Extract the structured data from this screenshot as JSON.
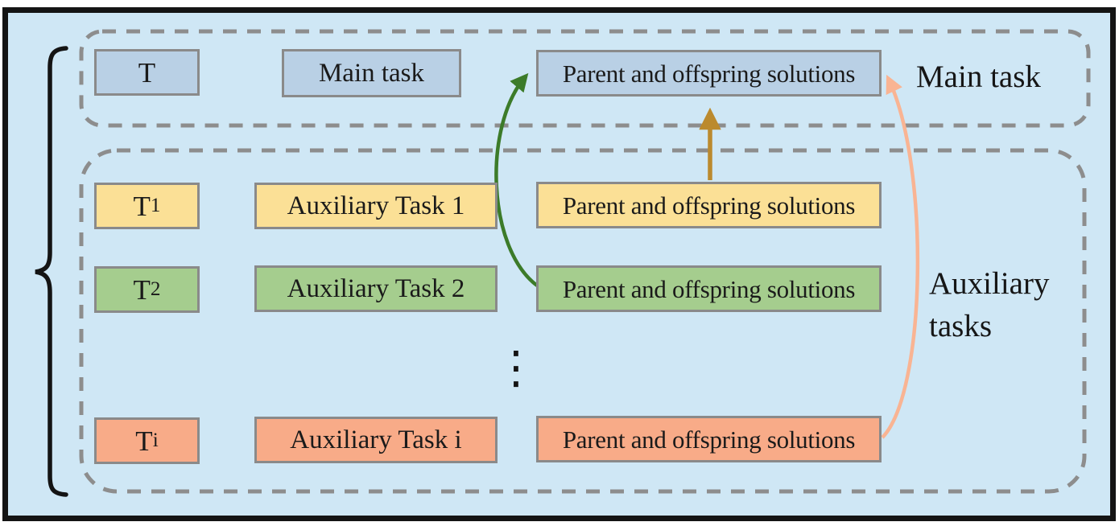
{
  "figure": {
    "background_color": "#cfe7f5",
    "frame_color": "#141414",
    "box_border_color": "#8a8a8a",
    "dashed_border_color": "#8d8d8d",
    "brace_color": "#141414",
    "ellipsis": "⋮",
    "main_region": {
      "label": "Main task",
      "box_color": "#b9d0e5",
      "task_id": "T",
      "task_id_sub": "",
      "task_name": "Main task",
      "solutions": "Parent and offspring solutions"
    },
    "aux_region": {
      "label_line1": "Auxiliary",
      "label_line2": "tasks",
      "rows": [
        {
          "task_id": "T",
          "task_id_sub": "1",
          "task_name": "Auxiliary Task 1",
          "solutions": "Parent and offspring solutions",
          "box_color": "#fbe096"
        },
        {
          "task_id": "T",
          "task_id_sub": "2",
          "task_name": "Auxiliary Task 2",
          "solutions": "Parent and offspring solutions",
          "box_color": "#a5cd8e"
        },
        {
          "task_id": "T",
          "task_id_sub": "i",
          "task_name": "Auxiliary Task i",
          "solutions": "Parent and offspring solutions",
          "box_color": "#f8ab88"
        }
      ]
    },
    "arrows": [
      {
        "from": "Auxiliary Task 1 solutions",
        "to": "Main task solutions",
        "color": "#bb8a2e"
      },
      {
        "from": "Auxiliary Task 2 solutions",
        "to": "Main task solutions",
        "color": "#3c7b29"
      },
      {
        "from": "Auxiliary Task i solutions",
        "to": "Main task solutions",
        "color": "#f9b493"
      }
    ]
  }
}
